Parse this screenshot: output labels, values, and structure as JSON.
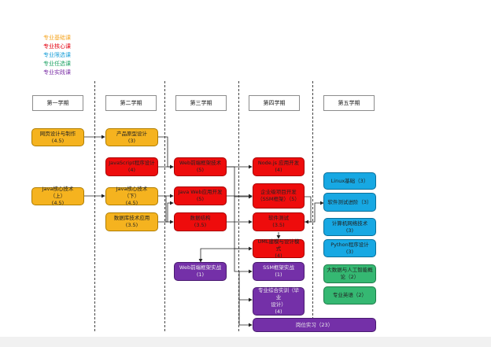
{
  "legend": [
    {
      "label": "专业基础课",
      "color": "#f5a623"
    },
    {
      "label": "专业核心课",
      "color": "#e3000f"
    },
    {
      "label": "专业限选课",
      "color": "#1a9fd8"
    },
    {
      "label": "专业任选课",
      "color": "#21a366"
    },
    {
      "label": "专业实践课",
      "color": "#7b2fa6"
    }
  ],
  "terms": [
    "第一学期",
    "第二学期",
    "第三学期",
    "第四学期",
    "第五学期"
  ],
  "courses": {
    "web_design": "网页设计与制作\n(4.5)",
    "java1": "Java核心技术（上）\n(4.5)",
    "proto": "产品原型设计\n(3)",
    "js": "JavaScript程序设计\n(4)",
    "java2": "Java核心技术（下）\n(4.5)",
    "db": "数据库技术应用\n(3.5)",
    "webfront": "Web前端框架技术\n(5)",
    "javaweb": "Java Web应用开发\n(5)",
    "ds": "数据结构\n(3.5)",
    "webprac": "Web前端框架实战\n(1)",
    "node": "Node.js 应用开发\n(4)",
    "enterprise": "企业级项目开发\n（SSM框架）（5）",
    "swtest": "软件测试\n(3.5)",
    "uml": "UML建模与设计模式\n(4)",
    "ssm": "SSM框架实战\n(1)",
    "compre": "专业综合实训（毕业\n设计）\n(4)",
    "intern": "岗位实习（23）",
    "linux": "Linux基础（3）",
    "advtest": "软件测试进阶（3）",
    "network": "计算机网络技术\n(3)",
    "python": "Python程序设计\n(3)",
    "bigdata": "大数据与人工智能概\n论（2）",
    "english": "专业英语（2）"
  }
}
